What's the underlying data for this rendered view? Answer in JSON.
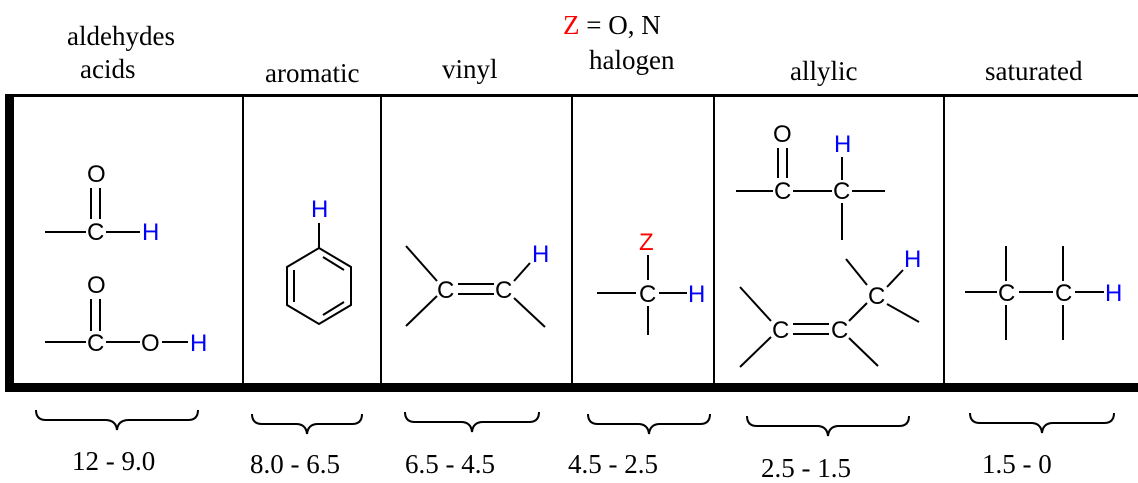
{
  "columns": [
    {
      "id": "aldehydes-acids",
      "header_lines": [
        "aldehydes",
        "acids"
      ],
      "range": "12 - 9.0"
    },
    {
      "id": "aromatic",
      "header_lines": [
        "aromatic"
      ],
      "range": "8.0 - 6.5"
    },
    {
      "id": "vinyl",
      "header_lines": [
        "vinyl"
      ],
      "range": "6.5 - 4.5"
    },
    {
      "id": "halogen",
      "header_lines": [
        "halogen"
      ],
      "range": "4.5 - 2.5",
      "z_note": {
        "symbol": "Z",
        "rest": " = O, N"
      }
    },
    {
      "id": "allylic",
      "header_lines": [
        "allylic"
      ],
      "range": "2.5 - 1.5"
    },
    {
      "id": "saturated",
      "header_lines": [
        "saturated"
      ],
      "range": "1.5 - 0"
    }
  ],
  "atoms": {
    "carbon": "C",
    "oxygen": "O",
    "hydrogen": "H",
    "hetero": "Z"
  },
  "colors": {
    "hydrogen": "#0000ff",
    "hetero": "#ff0000",
    "line": "#000000"
  }
}
